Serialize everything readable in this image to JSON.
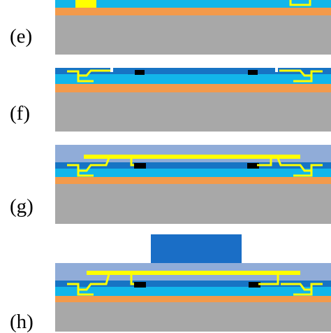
{
  "figure": {
    "panels": [
      {
        "id": "e",
        "label": "(e)"
      },
      {
        "id": "f",
        "label": "(f)"
      },
      {
        "id": "g",
        "label": "(g)"
      },
      {
        "id": "h",
        "label": "(h)"
      }
    ]
  },
  "colors": {
    "substrate": "#a8a8a8",
    "orange_layer": "#f39a4b",
    "blue_layer": "#12b6ea",
    "dark_blue_layer": "#1774c4",
    "light_blue_layer": "#90acd8",
    "yellow_layer": "#ffff00",
    "black_contact": "#000000",
    "top_block": "#1a6ec6"
  }
}
